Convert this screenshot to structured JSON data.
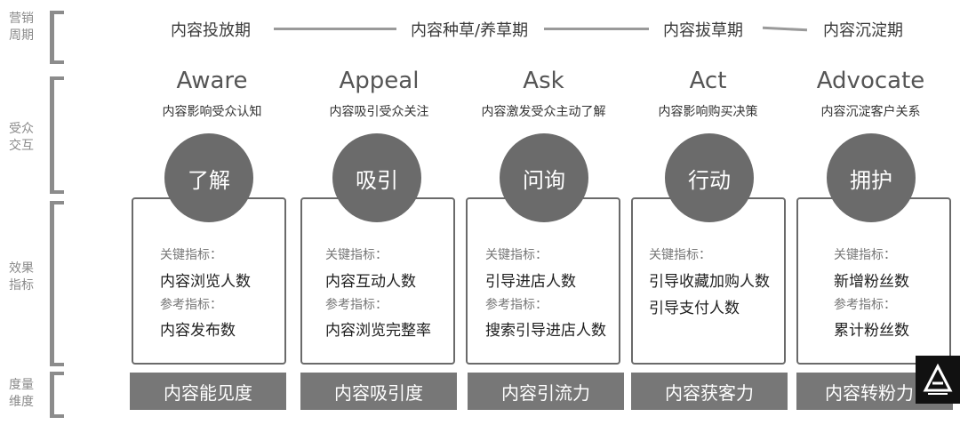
{
  "rows": {
    "marketing_cycle": [
      "营销",
      "周期"
    ],
    "audience_interaction": [
      "受众",
      "交互"
    ],
    "effect_metrics": [
      "效果",
      "指标"
    ],
    "measure_dimension": [
      "度量",
      "维度"
    ]
  },
  "phases": [
    "内容投放期",
    "内容种草/养草期",
    "内容拔草期",
    "内容沉淀期"
  ],
  "stages": [
    {
      "en": "Aware",
      "cn": "内容影响受众认知",
      "circle": "了解",
      "key_label": "关键指标：",
      "key": [
        "内容浏览人数"
      ],
      "ref_label": "参考指标：",
      "ref": [
        "内容发布数"
      ],
      "dimension": "内容能见度"
    },
    {
      "en": "Appeal",
      "cn": "内容吸引受众关注",
      "circle": "吸引",
      "key_label": "关键指标：",
      "key": [
        "内容互动人数"
      ],
      "ref_label": "参考指标：",
      "ref": [
        "内容浏览完整率"
      ],
      "dimension": "内容吸引度"
    },
    {
      "en": "Ask",
      "cn": "内容激发受众主动了解",
      "circle": "问询",
      "key_label": "关键指标：",
      "key": [
        "引导进店人数"
      ],
      "ref_label": "参考指标：",
      "ref": [
        "搜索引导进店人数"
      ],
      "dimension": "内容引流力"
    },
    {
      "en": "Act",
      "cn": "内容影响购买决策",
      "circle": "行动",
      "key_label": "关键指标：",
      "key": [
        "引导收藏加购人数",
        "引导支付人数"
      ],
      "ref_label": "",
      "ref": [],
      "dimension": "内容获客力"
    },
    {
      "en": "Advocate",
      "cn": "内容沉淀客户关系",
      "circle": "拥护",
      "key_label": "关键指标：",
      "key": [
        "新增粉丝数"
      ],
      "ref_label": "参考指标：",
      "ref": [
        "累计粉丝数"
      ],
      "dimension": "内容转粉力"
    }
  ],
  "logo_icon": "a-logo-icon"
}
